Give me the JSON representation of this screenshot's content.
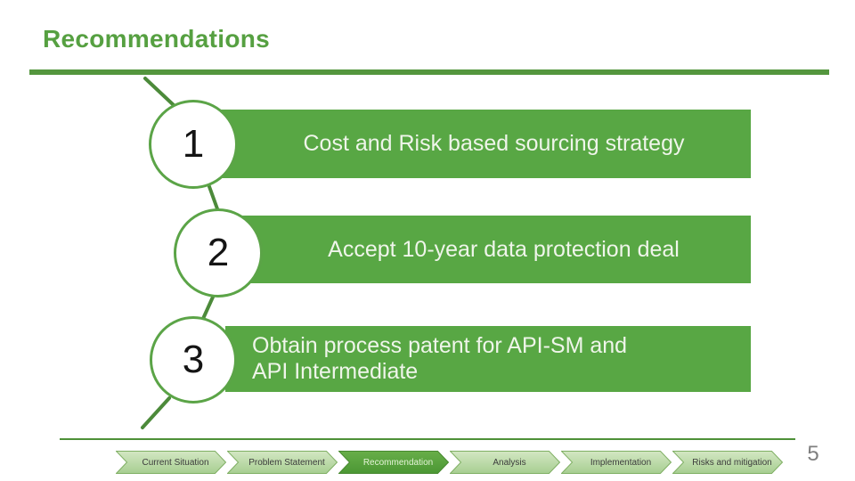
{
  "slide": {
    "title": "Recommendations",
    "page_number": "5"
  },
  "recommendations": [
    {
      "number": "1",
      "text": "Cost and Risk based sourcing strategy"
    },
    {
      "number": "2",
      "text": "Accept 10-year data protection deal"
    },
    {
      "number": "3",
      "text": "Obtain process patent for API-SM and API Intermediate"
    }
  ],
  "nav": {
    "items": [
      {
        "label": "Current Situation",
        "active": false
      },
      {
        "label": "Problem Statement",
        "active": false
      },
      {
        "label": "Recommendation",
        "active": true
      },
      {
        "label": "Analysis",
        "active": false
      },
      {
        "label": "Implementation",
        "active": false
      },
      {
        "label": "Risks and mitigation",
        "active": false
      }
    ]
  },
  "colors": {
    "accent_green": "#58A744",
    "title_green": "#56A041",
    "rule_green": "#54963E",
    "connector_green": "#4C8A3A",
    "circle_border_green": "#5BA447",
    "bar_text": "#EFF5EA",
    "nav_light_top": "#D3E7C3",
    "nav_light_bottom": "#A7CE91",
    "nav_light_border": "#7FAF63",
    "nav_dark_top": "#68AE49",
    "nav_dark_bottom": "#4B9734",
    "nav_dark_border": "#47892F",
    "nav_text_dark": "#3B3B3B",
    "nav_text_light": "#E4F3D8",
    "page_number_gray": "#7F7F7F"
  }
}
